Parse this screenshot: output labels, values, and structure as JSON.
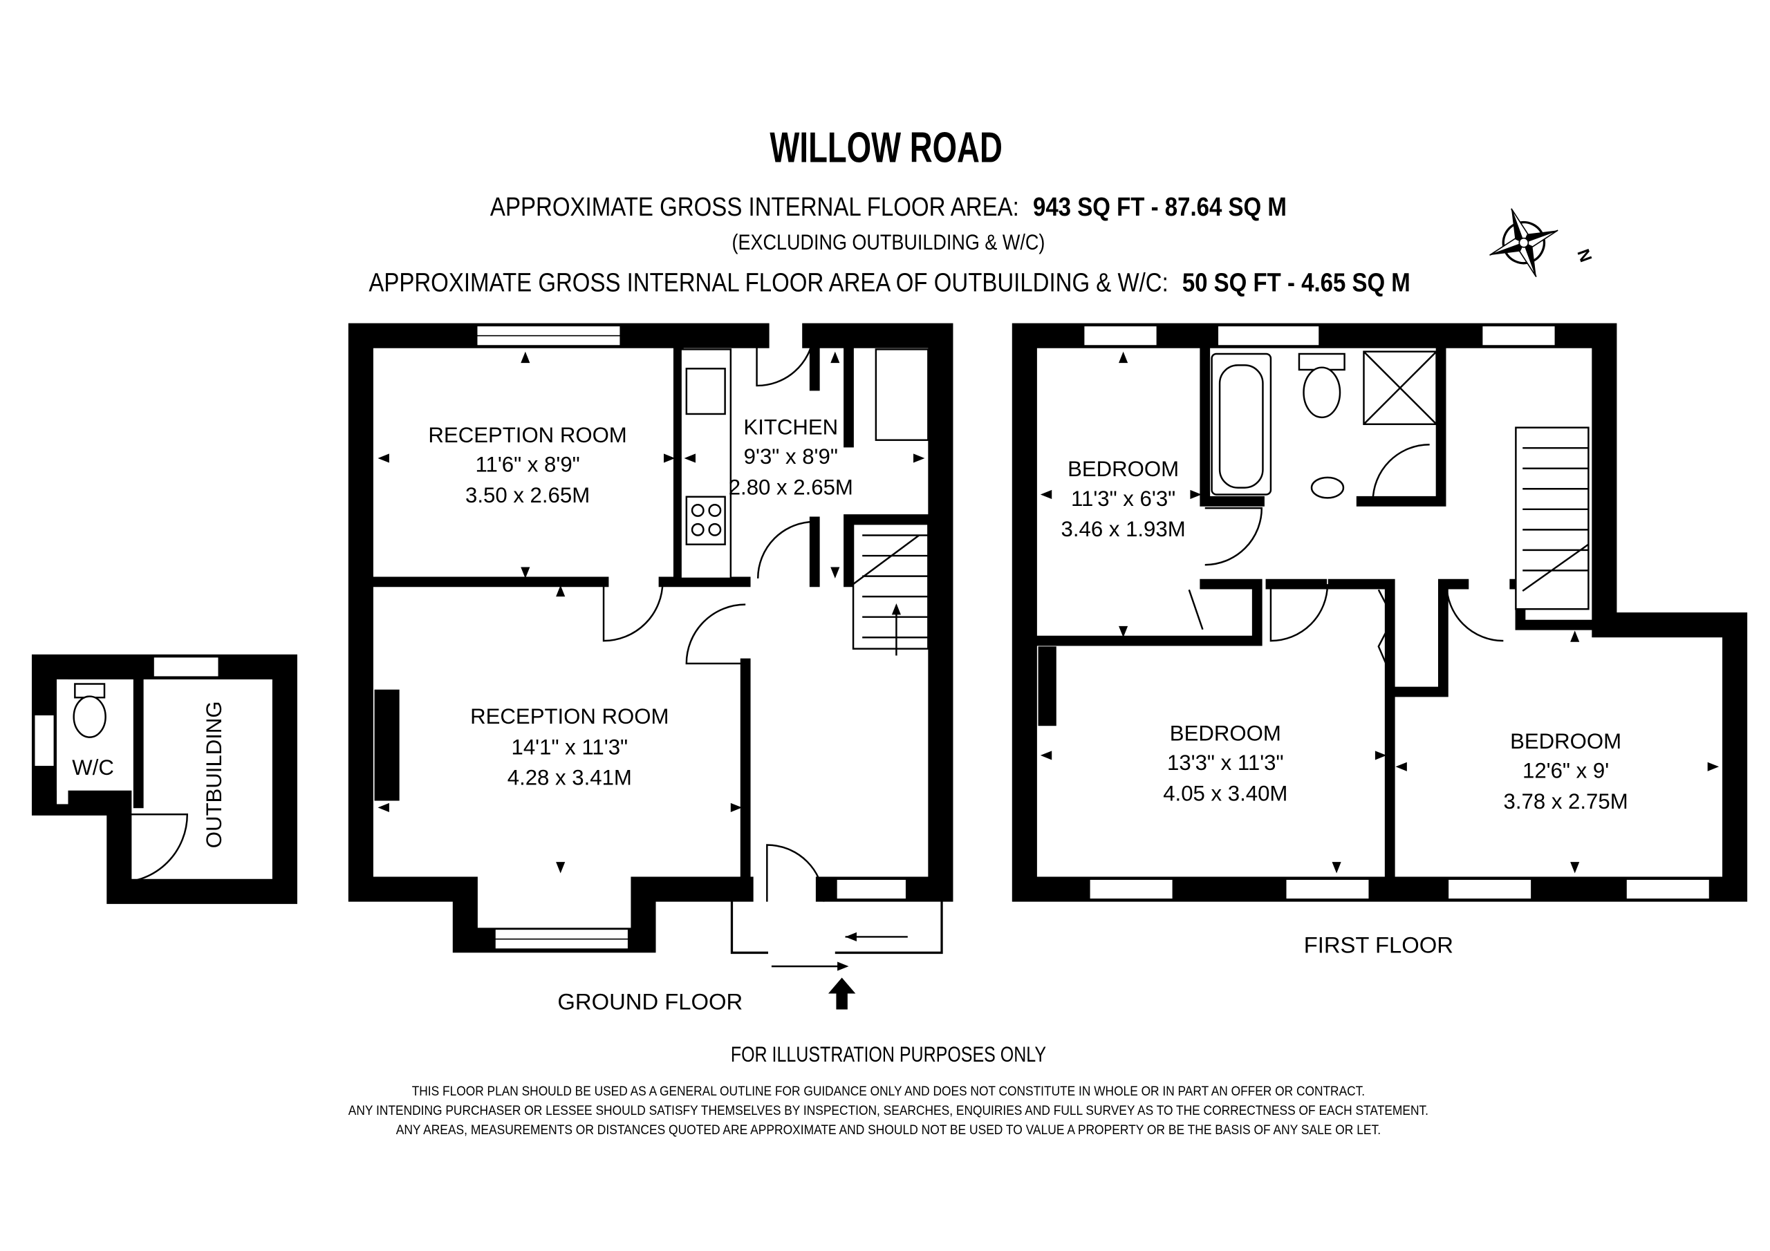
{
  "header": {
    "title": "WILLOW ROAD",
    "area_line_label": "APPROXIMATE GROSS INTERNAL FLOOR AREA:",
    "area_line_value": "943 SQ FT  -  87.64 SQ M",
    "exclusion_note": "(EXCLUDING OUTBUILDING & W/C)",
    "outbuilding_line_label": "APPROXIMATE GROSS INTERNAL FLOOR AREA OF OUTBUILDING & W/C:",
    "outbuilding_line_value": "50 SQ FT  -  4.65 SQ M",
    "compass_label": "N"
  },
  "ground_floor": {
    "label": "GROUND FLOOR",
    "rooms": [
      {
        "name": "RECEPTION ROOM",
        "imperial": "11'6\" x 8'9\"",
        "metric": "3.50 x 2.65M"
      },
      {
        "name": "KITCHEN",
        "imperial": "9'3\" x 8'9\"",
        "metric": "2.80 x 2.65M"
      },
      {
        "name": "RECEPTION ROOM",
        "imperial": "14'1\" x 11'3\"",
        "metric": "4.28 x 3.41M"
      }
    ]
  },
  "first_floor": {
    "label": "FIRST FLOOR",
    "rooms": [
      {
        "name": "BEDROOM",
        "imperial": "11'3\" x 6'3\"",
        "metric": "3.46 x 1.93M"
      },
      {
        "name": "BEDROOM",
        "imperial": "13'3\" x 11'3\"",
        "metric": "4.05 x 3.40M"
      },
      {
        "name": "BEDROOM",
        "imperial": "12'6\" x 9'",
        "metric": "3.78 x 2.75M"
      }
    ]
  },
  "outbuilding": {
    "wc_label": "W/C",
    "outbuilding_label": "OUTBUILDING"
  },
  "footer": {
    "illustration_note": "FOR ILLUSTRATION PURPOSES ONLY",
    "disclaimer": [
      "THIS FLOOR PLAN SHOULD BE USED AS A GENERAL OUTLINE FOR GUIDANCE ONLY AND DOES NOT CONSTITUTE IN WHOLE OR IN PART AN OFFER OR CONTRACT.",
      "ANY INTENDING PURCHASER OR LESSEE SHOULD SATISFY THEMSELVES BY INSPECTION, SEARCHES, ENQUIRIES AND FULL SURVEY AS TO THE CORRECTNESS OF EACH STATEMENT.",
      "ANY AREAS, MEASUREMENTS OR DISTANCES QUOTED ARE APPROXIMATE AND SHOULD NOT BE USED TO VALUE A PROPERTY OR BE THE BASIS OF ANY SALE OR LET."
    ]
  }
}
